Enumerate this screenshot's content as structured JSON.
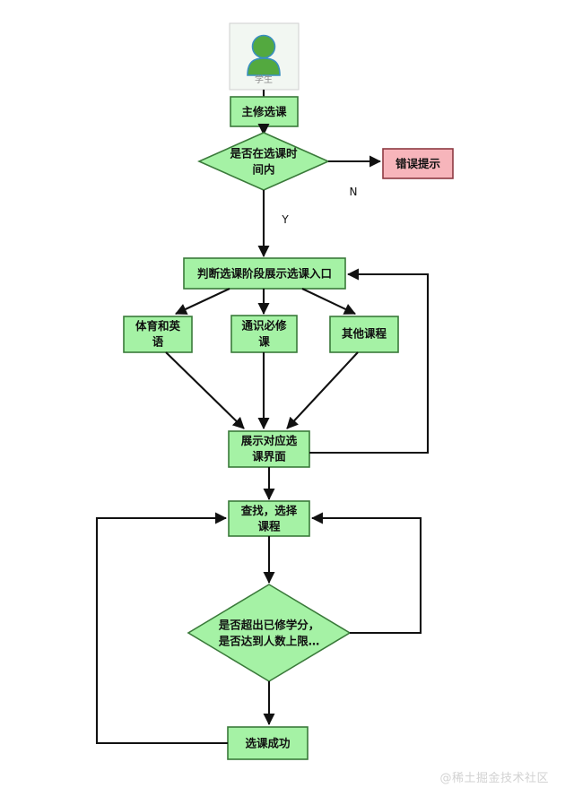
{
  "diagram": {
    "type": "flowchart",
    "title_text": "",
    "colors": {
      "process_fill": "#a5f2a5",
      "process_stroke": "#3a7a3a",
      "decision_fill": "#a5f2a5",
      "decision_stroke": "#3a7a3a",
      "error_fill": "#f7b5bb",
      "error_stroke": "#8d3a42",
      "edge": "#111111",
      "actor_avatar": "#53a93f",
      "actor_outline": "#3a8fc0",
      "watermark": "#d2d2d2"
    },
    "actor": {
      "label": "学生",
      "icon": "user-avatar-icon"
    },
    "nodes": [
      {
        "id": "start",
        "shape": "process",
        "label": "主修选课"
      },
      {
        "id": "in_time",
        "shape": "decision",
        "label_lines": [
          "是否在选课时",
          "间内"
        ]
      },
      {
        "id": "error",
        "shape": "error",
        "label": "错误提示"
      },
      {
        "id": "stage",
        "shape": "process",
        "label": "判断选课阶段展示选课入口"
      },
      {
        "id": "pe_en",
        "shape": "process",
        "label_lines": [
          "体育和英",
          "语"
        ]
      },
      {
        "id": "general",
        "shape": "process",
        "label_lines": [
          "通识必修",
          "课"
        ]
      },
      {
        "id": "other",
        "shape": "process",
        "label": "其他课程"
      },
      {
        "id": "show_ui",
        "shape": "process",
        "label_lines": [
          "展示对应选",
          "课界面"
        ]
      },
      {
        "id": "search",
        "shape": "process",
        "label_lines": [
          "查找，选择",
          "课程"
        ]
      },
      {
        "id": "limit_chk",
        "shape": "decision",
        "label_lines": [
          "是否超出已修学分，",
          "是否达到人数上限…"
        ]
      },
      {
        "id": "success",
        "shape": "process",
        "label": "选课成功"
      }
    ],
    "edge_labels": {
      "no": "N",
      "yes": "Y"
    },
    "edges": [
      {
        "from": "actor",
        "to": "start",
        "label": ""
      },
      {
        "from": "start",
        "to": "in_time",
        "label": ""
      },
      {
        "from": "in_time",
        "to": "error",
        "label": "N"
      },
      {
        "from": "in_time",
        "to": "stage",
        "label": "Y"
      },
      {
        "from": "stage",
        "to": "pe_en",
        "label": ""
      },
      {
        "from": "stage",
        "to": "general",
        "label": ""
      },
      {
        "from": "stage",
        "to": "other",
        "label": ""
      },
      {
        "from": "pe_en",
        "to": "show_ui",
        "label": ""
      },
      {
        "from": "general",
        "to": "show_ui",
        "label": ""
      },
      {
        "from": "other",
        "to": "show_ui",
        "label": ""
      },
      {
        "from": "show_ui",
        "to": "stage",
        "label": ""
      },
      {
        "from": "show_ui",
        "to": "search",
        "label": ""
      },
      {
        "from": "search",
        "to": "limit_chk",
        "label": ""
      },
      {
        "from": "limit_chk",
        "to": "search",
        "label": ""
      },
      {
        "from": "limit_chk",
        "to": "success",
        "label": ""
      },
      {
        "from": "success",
        "to": "search",
        "label": ""
      }
    ]
  },
  "watermark": {
    "text": "@稀土掘金技术社区"
  }
}
